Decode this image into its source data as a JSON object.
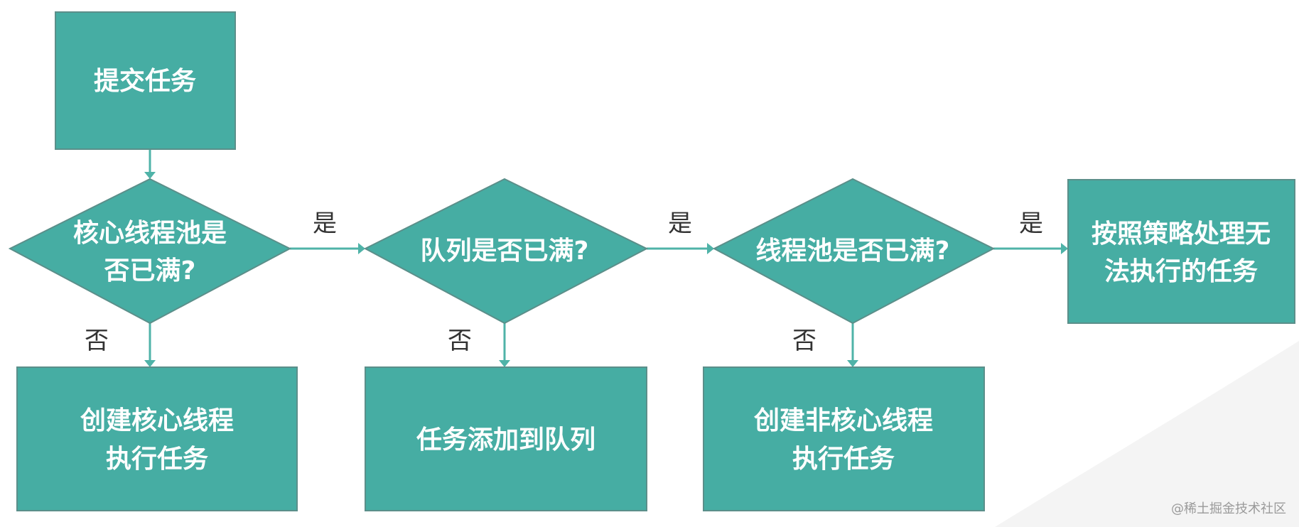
{
  "nodes": {
    "submit": "提交任务",
    "core_full_l1": "核心线程池是",
    "core_full_l2": "否已满?",
    "queue_full": "队列是否已满?",
    "pool_full": "线程池是否已满?",
    "reject_l1": "按照策略处理无",
    "reject_l2": "法执行的任务",
    "create_core_l1": "创建核心线程",
    "create_core_l2": "执行任务",
    "enqueue": "任务添加到队列",
    "create_noncore_l1": "创建非核心线程",
    "create_noncore_l2": "执行任务"
  },
  "edges": {
    "yes_1": "是",
    "yes_2": "是",
    "yes_3": "是",
    "no_1": "否",
    "no_2": "否",
    "no_3": "否"
  },
  "watermark": "@稀土掘金技术社区",
  "colors": {
    "node_fill": "#46ADA3",
    "arrow": "#4FB3A8",
    "label": "#333333"
  }
}
